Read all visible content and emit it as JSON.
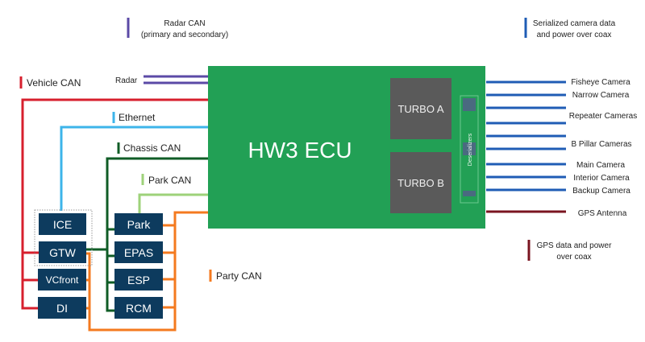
{
  "colors": {
    "ecu": "#22a055",
    "turbo": "#5a5a5a",
    "module": "#0d3b5e",
    "radar_can": "#5b4aa6",
    "vehicle_can": "#d71f2d",
    "ethernet": "#3db4ea",
    "chassis_can": "#0f5c26",
    "park_can": "#9ed27a",
    "party_can": "#f47a1f",
    "camera": "#1f5cb5",
    "gps": "#7a1420"
  },
  "ecu": {
    "title": "HW3 ECU",
    "turbo_a": "TURBO A",
    "turbo_b": "TURBO B",
    "deserializers": "Deserializers"
  },
  "legend": {
    "radar_can": [
      "Radar CAN",
      "(primary and secondary)"
    ],
    "camera": [
      "Serialized camera data",
      "and power over coax"
    ],
    "gps": [
      "GPS data and power",
      "over coax"
    ],
    "vehicle_can": "Vehicle CAN",
    "ethernet": "Ethernet",
    "chassis_can": "Chassis CAN",
    "park_can": "Park CAN",
    "party_can": "Party CAN"
  },
  "radar_label": "Radar",
  "cameras": [
    "Fisheye Camera",
    "Narrow Camera",
    "Repeater Cameras",
    "B Pillar Cameras",
    "Main Camera",
    "Interior Camera",
    "Backup Camera"
  ],
  "gps_antenna": "GPS Antenna",
  "modules_left": [
    "ICE",
    "GTW",
    "VCfront",
    "DI"
  ],
  "modules_right": [
    "Park",
    "EPAS",
    "ESP",
    "RCM"
  ]
}
